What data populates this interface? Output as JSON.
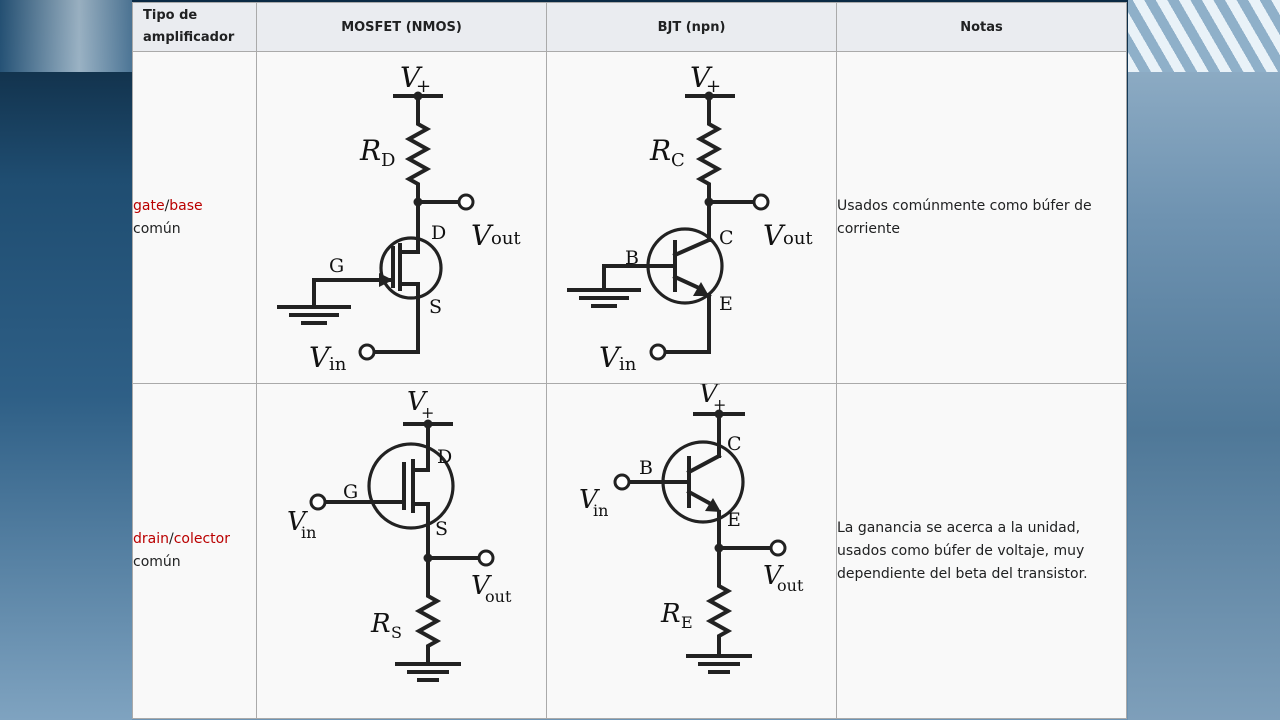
{
  "table": {
    "headers": [
      "Tipo de amplificador",
      "MOSFET (NMOS)",
      "BJT (npn)",
      "Notas"
    ],
    "rows": [
      {
        "type_red_1": "gate",
        "type_slash": "/",
        "type_red_2": "base",
        "type_black": "común",
        "note": "Usados comúnmente como búfer de corriente",
        "mosfet": {
          "supply": "V",
          "supply_sub": "+",
          "resistor": "R",
          "resistor_sub": "D",
          "output": "V",
          "output_sub": "out",
          "input": "V",
          "input_sub": "in",
          "pin_top": "D",
          "pin_side": "G",
          "pin_bottom": "S"
        },
        "bjt": {
          "supply": "V",
          "supply_sub": "+",
          "resistor": "R",
          "resistor_sub": "C",
          "output": "V",
          "output_sub": "out",
          "input": "V",
          "input_sub": "in",
          "pin_top": "C",
          "pin_side": "B",
          "pin_bottom": "E"
        }
      },
      {
        "type_red_1": "drain",
        "type_slash": "/",
        "type_red_2": "colector",
        "type_black": "común",
        "note": "La ganancia se acerca a la unidad, usados como búfer de voltaje, muy dependiente del beta del transistor.",
        "mosfet": {
          "supply": "V",
          "supply_sub": "+",
          "resistor": "R",
          "resistor_sub": "S",
          "output": "V",
          "output_sub": "out",
          "input": "V",
          "input_sub": "in",
          "pin_top": "D",
          "pin_side": "G",
          "pin_bottom": "S"
        },
        "bjt": {
          "supply": "V",
          "supply_sub": "+",
          "resistor": "R",
          "resistor_sub": "E",
          "output": "V",
          "output_sub": "out",
          "input": "V",
          "input_sub": "in",
          "pin_top": "C",
          "pin_side": "B",
          "pin_bottom": "E"
        }
      }
    ]
  }
}
